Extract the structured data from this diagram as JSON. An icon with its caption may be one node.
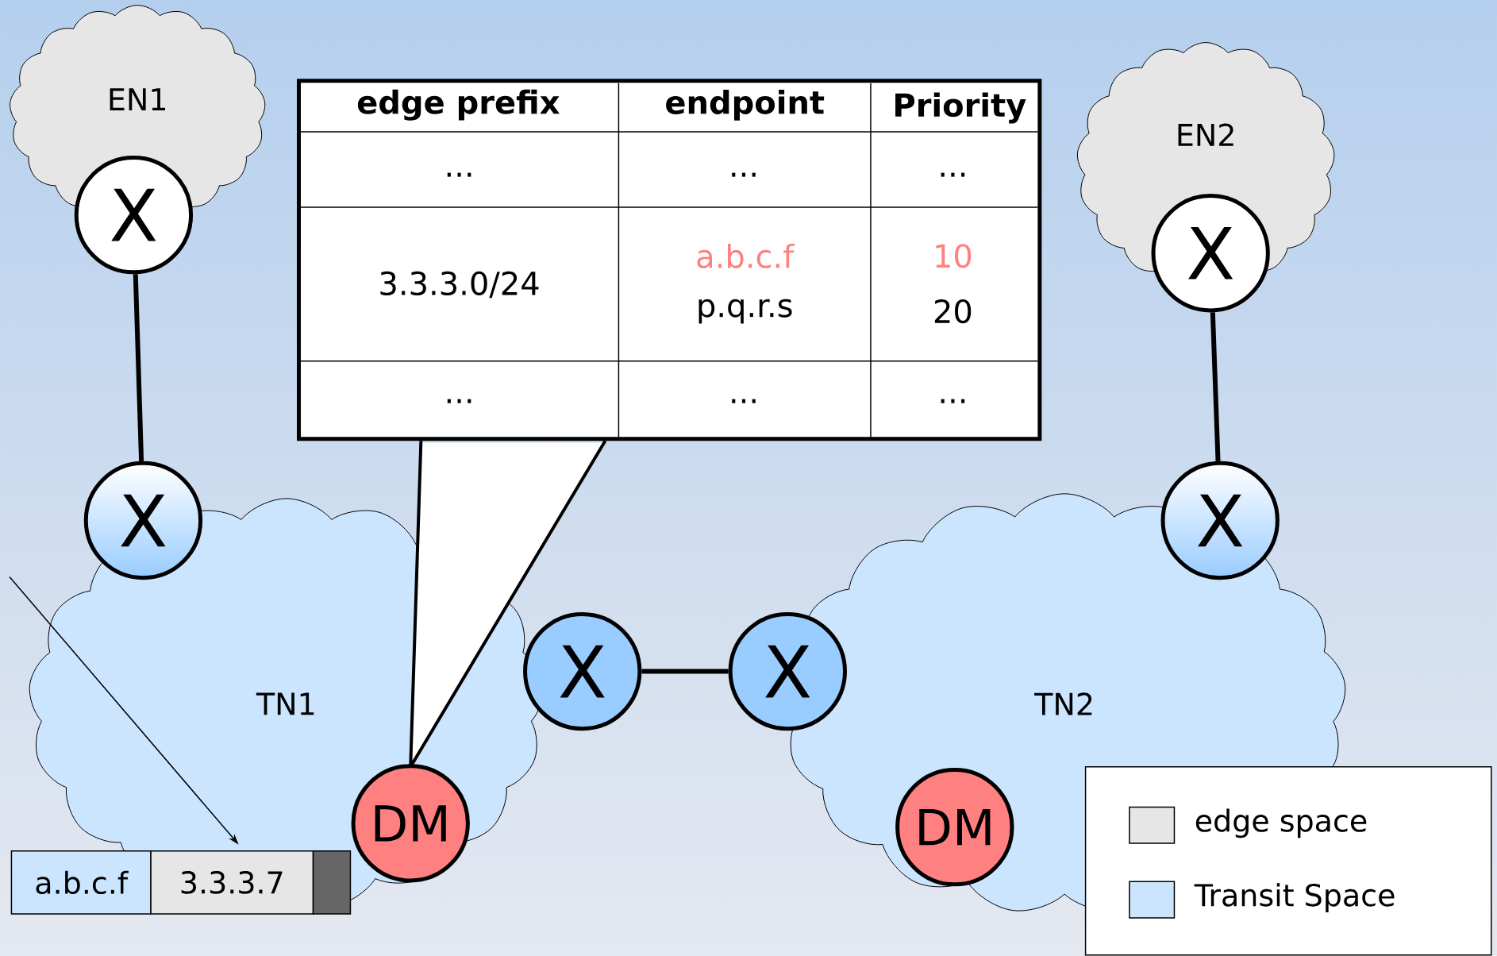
{
  "diagram": {
    "nodes": [
      {
        "text": [
          "EN1"
        ]
      },
      {
        "text": [
          "X"
        ]
      },
      {
        "text": [],
        "shape": "box"
      },
      {
        "text": [
          "EN2"
        ]
      },
      {
        "text": [
          "X"
        ]
      },
      {
        "text": [
          "TN1"
        ]
      },
      {
        "text": [
          "X"
        ]
      },
      {
        "text": [
          "TN2"
        ]
      },
      {
        "text": [
          "X"
        ]
      },
      {
        "text": [
          "X"
        ]
      },
      {
        "text": [
          "X"
        ]
      },
      {
        "text": [
          "DM"
        ],
        "in": 5
      },
      {
        "text": [
          "DM"
        ],
        "in": 7
      },
      {
        "text": [
          "a.b.c.f"
        ]
      },
      {
        "text": [
          "3.3.3.7"
        ]
      },
      {
        "text": [],
        "shape": "box"
      }
    ],
    "edges": [
      {
        "from": 1,
        "to": 6,
        "arrow": "none"
      },
      {
        "from": 4,
        "to": 8,
        "arrow": "none"
      },
      {
        "from": 9,
        "to": 10,
        "arrow": "none"
      },
      {
        "from": 2,
        "to": 11,
        "arrow": "none"
      },
      {
        "from": null,
        "to": 14,
        "arrow": "to"
      }
    ],
    "labels": [
      "edge prefix",
      "endpoint",
      "Priority",
      "...",
      "...",
      "...",
      "3.3.3.0/24",
      "a.b.c.f",
      "10",
      "p.q.r.s",
      "20",
      "...",
      "...",
      "..."
    ],
    "legend": [
      {
        "text": "edge space",
        "color": "#e6e6e6"
      },
      {
        "text": "Transit Space",
        "color": "#cce5ff"
      }
    ]
  }
}
